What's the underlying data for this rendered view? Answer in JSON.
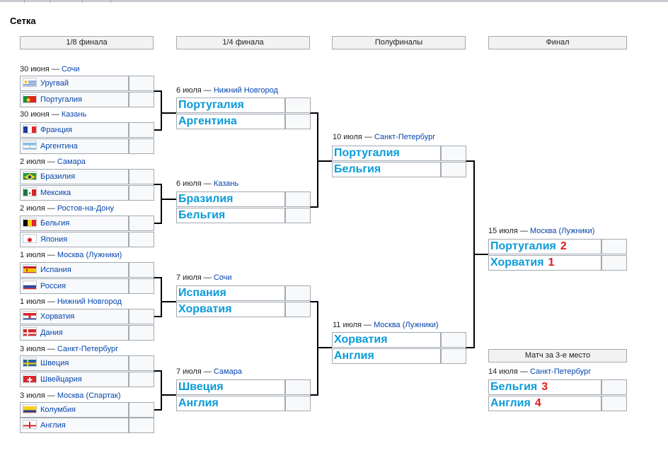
{
  "page_title": "Сетка",
  "rounds": [
    "1/8 финала",
    "1/4 финала",
    "Полуфиналы",
    "Финал"
  ],
  "third_place_title": "Матч за 3-е место",
  "r16": [
    {
      "date": "30 июня — ",
      "city": "Сочи",
      "teams": [
        {
          "name": "Уругвай",
          "flag": "uy"
        },
        {
          "name": "Португалия",
          "flag": "pt"
        }
      ]
    },
    {
      "date": "30 июня — ",
      "city": "Казань",
      "teams": [
        {
          "name": "Франция",
          "flag": "fr"
        },
        {
          "name": "Аргентина",
          "flag": "ar"
        }
      ]
    },
    {
      "date": "2 июля — ",
      "city": "Самара",
      "teams": [
        {
          "name": "Бразилия",
          "flag": "br"
        },
        {
          "name": "Мексика",
          "flag": "mx"
        }
      ]
    },
    {
      "date": "2 июля — ",
      "city": "Ростов-на-Дону",
      "teams": [
        {
          "name": "Бельгия",
          "flag": "be"
        },
        {
          "name": "Япония",
          "flag": "jp"
        }
      ]
    },
    {
      "date": "1 июля — ",
      "city": "Москва (Лужники)",
      "teams": [
        {
          "name": "Испания",
          "flag": "es"
        },
        {
          "name": "Россия",
          "flag": "ru"
        }
      ]
    },
    {
      "date": "1 июля — ",
      "city": "Нижний Новгород",
      "teams": [
        {
          "name": "Хорватия",
          "flag": "hr"
        },
        {
          "name": "Дания",
          "flag": "dk"
        }
      ]
    },
    {
      "date": "3 июля — ",
      "city": "Санкт-Петербург",
      "teams": [
        {
          "name": "Швеция",
          "flag": "se"
        },
        {
          "name": "Швейцария",
          "flag": "ch"
        }
      ]
    },
    {
      "date": "3 июля — ",
      "city": "Москва (Спартак)",
      "teams": [
        {
          "name": "Колумбия",
          "flag": "co"
        },
        {
          "name": "Англия",
          "flag": "en"
        }
      ]
    }
  ],
  "qf": [
    {
      "date": "6 июля — ",
      "city": "Нижний Новгород",
      "teams": [
        "Португалия",
        "Аргентина"
      ]
    },
    {
      "date": "6 июля — ",
      "city": "Казань",
      "teams": [
        "Бразилия",
        "Бельгия"
      ]
    },
    {
      "date": "7 июля — ",
      "city": "Сочи",
      "teams": [
        "Испания",
        "Хорватия"
      ]
    },
    {
      "date": "7 июля — ",
      "city": "Самара",
      "teams": [
        "Швеция",
        "Англия"
      ]
    }
  ],
  "sf": [
    {
      "date": "10 июля — ",
      "city": "Санкт-Петербург",
      "teams": [
        "Португалия",
        "Бельгия"
      ]
    },
    {
      "date": "11 июля — ",
      "city": "Москва (Лужники)",
      "teams": [
        "Хорватия",
        "Англия"
      ]
    }
  ],
  "final": {
    "date": "15 июля — ",
    "city": "Москва (Лужники)",
    "teams": [
      {
        "name": "Португалия",
        "num": "2"
      },
      {
        "name": "Хорватия",
        "num": "1"
      }
    ]
  },
  "third": {
    "date": "14 июля — ",
    "city": "Санкт-Петербург",
    "teams": [
      {
        "name": "Бельгия",
        "num": "3"
      },
      {
        "name": "Англия",
        "num": "4"
      }
    ]
  },
  "colors": {
    "link": "#0645ad",
    "handwritten_blue": "#0b9bd8",
    "handwritten_red": "#e11b1b",
    "border": "#a2a9b1"
  }
}
